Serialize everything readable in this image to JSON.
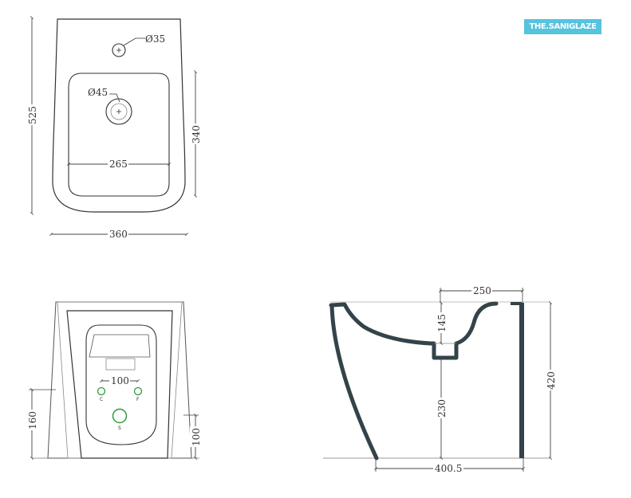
{
  "brand": {
    "label": "THE.SANIGLAZE",
    "bg_color": "#56c3df",
    "text_color": "#ffffff"
  },
  "top_view": {
    "dim_tap_hole": "Ø35",
    "dim_drain_hole": "Ø45",
    "dim_length": "525",
    "dim_bowl_length": "340",
    "dim_bowl_width": "265",
    "dim_width": "360"
  },
  "rear_view": {
    "dim_connection_spacing": "100",
    "dim_connection_height": "160",
    "dim_waste_height": "100",
    "label_cold": "C",
    "label_hot": "F",
    "label_waste": "S",
    "connection_color": "#2e9b3c"
  },
  "side_view": {
    "dim_rim_to_back": "250",
    "dim_bowl_depth": "145",
    "dim_outlet_height": "230",
    "dim_total_height": "420",
    "dim_total_depth": "400.5",
    "section_color": "#34434a"
  }
}
